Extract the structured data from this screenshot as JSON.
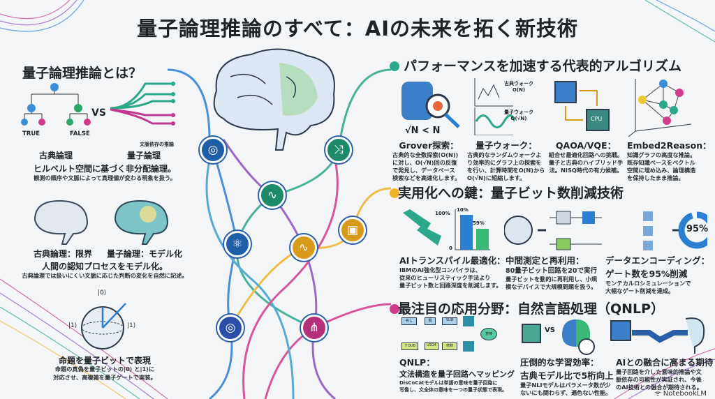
{
  "title": "量子論理推論のすべて：AIの未来を拓く新技術",
  "left": {
    "heading": "量子論理推論とは？",
    "tree": {
      "true_label": "TRUE",
      "false_label": "FALSE",
      "vs": "VS",
      "quantum_caption": "文脈依存の推論"
    },
    "classical_label": "古典論理",
    "quantum_label": "量子論理",
    "desc_main": "ヒルベルト空間に基づく非分配論理。",
    "desc_sub": "観測の順序や文脈によって真理値が変わる現象を扱う。",
    "brain_classical": "古典論理：限界",
    "brain_quantum": "量子論理：モデル化",
    "brain_main": "人間の認知プロセスをモデル化。",
    "brain_sub": "古典論理では扱いにくい文脈に応じた判断の変化を自然に記述。",
    "bloch": {
      "top": "|0⟩",
      "left": "|1⟩",
      "right": "|1⟩"
    },
    "qubit_main": "命題を量子ビットで表現",
    "qubit_sub1": "命題の真偽を量子ビットの|0⟩ と|1⟩に",
    "qubit_sub2": "対応させ、高複雑を量子ゲートで実装。"
  },
  "sections": [
    {
      "heading": "パフォーマンスを加速する代表的アルゴリズム",
      "color": "#2aa889",
      "items": [
        {
          "label": "Grover探索：",
          "icon": "database-search-icon",
          "formula": "√N < N",
          "text": [
            "古典的な全数探索(O(N))",
            "に対し、O(√N)回の反復",
            "で発見し、データベース",
            "検索などを高速化します。"
          ]
        },
        {
          "label": "量子ウォーク：",
          "icon": "walk-graph-icon",
          "chart_labels": [
            "古典ウォーク",
            "O(N)",
            "量子ウォーク",
            "O(√N)"
          ],
          "text": [
            "古典的なランダムウォークよ",
            "り効率的にグラフ上の探索を",
            "を行い、計算時間をO(N)から",
            "O(√N)に短縮します。"
          ]
        },
        {
          "label": "QAOA/VQE：",
          "icon": "cpu-hybrid-icon",
          "cpu": "CPU",
          "text": [
            "組合せ最適化回路への挑戦。",
            "量子と古典のハイブリッド手",
            "法。NISQ時代の有力候補。"
          ]
        },
        {
          "label": "Embed2Reason：",
          "icon": "knowledge-graph-icon",
          "text": [
            "知識グラフの高度な推論。",
            "既存知識ベースをベクトル",
            "空間に埋め込み、論理構造",
            "を保持したまま推論。"
          ]
        }
      ]
    },
    {
      "heading": "実用化への鍵：量子ビット数削減技術",
      "color": "#f0b429",
      "items": [
        {
          "label": "AIトランスパイル最適化：",
          "icon": "reduction-bar-icon",
          "bar_labels": [
            "100%",
            "10%",
            "59%",
            "0"
          ],
          "bars": [
            100,
            59
          ],
          "text": [
            "IBMのAI強化型コンパイラは、",
            "従来のヒューリスティック手法より",
            "量子ビット数と回路深度を削減します。"
          ]
        },
        {
          "label": "中間測定と再利用：",
          "icon": "measure-circuit-icon",
          "sub": "80量子ビット回路を20で実行",
          "text": [
            "量子ビットを動的に再利用し、小規",
            "模なデバイスで大規模問題を扱う。"
          ]
        },
        {
          "label": "データエンコーディング：",
          "icon": "encoding-donut-icon",
          "sub": "ゲート数を95%削減",
          "donut": "95%",
          "donut_value": 95,
          "text": [
            "モンテカルロシミュレーションで",
            "大幅なゲート削減を達成。"
          ]
        }
      ]
    },
    {
      "heading": "最注目の応用分野：自然言語処理（QNLP）",
      "color": "#d23b8c",
      "items": [
        {
          "label": "QNLP：",
          "icon": "nlp-circuit-icon",
          "sub": "文法構造を量子回路へマッピング",
          "boxes": [
            "名し",
            "脱",
            "SUB",
            "テOUB",
            "USG4",
            "修飾",
            "意味"
          ],
          "text": [
            "DisCoCatモデルは単語の意味を量子回路に",
            "写像し、文全体の意味を一つの量子状態で表現。"
          ]
        },
        {
          "label": "圧倒的な学習効率：",
          "icon": "chip-vs-brain-icon",
          "vs": "VS",
          "sub": "古典モデル比で5桁向上",
          "text": [
            "量子NLIモデルはパラメータ数が少",
            "ないにも関わらず、遜色ない性能。"
          ]
        },
        {
          "label": "AIとの融合に高まる期待",
          "icon": "handshake-icon",
          "text": [
            "量子回路を介した意味的推論や文",
            "脈依存の可能性が実証され、今後",
            "のAI技術との融合が期待される。"
          ]
        }
      ]
    }
  ],
  "center_nodes": [
    "venn-icon",
    "wave-icon",
    "shuffle-icon",
    "atom-icon",
    "sine-icon",
    "chip-icon",
    "venn-icon",
    "network-icon"
  ],
  "footer": {
    "brand": "NotebookLM"
  }
}
